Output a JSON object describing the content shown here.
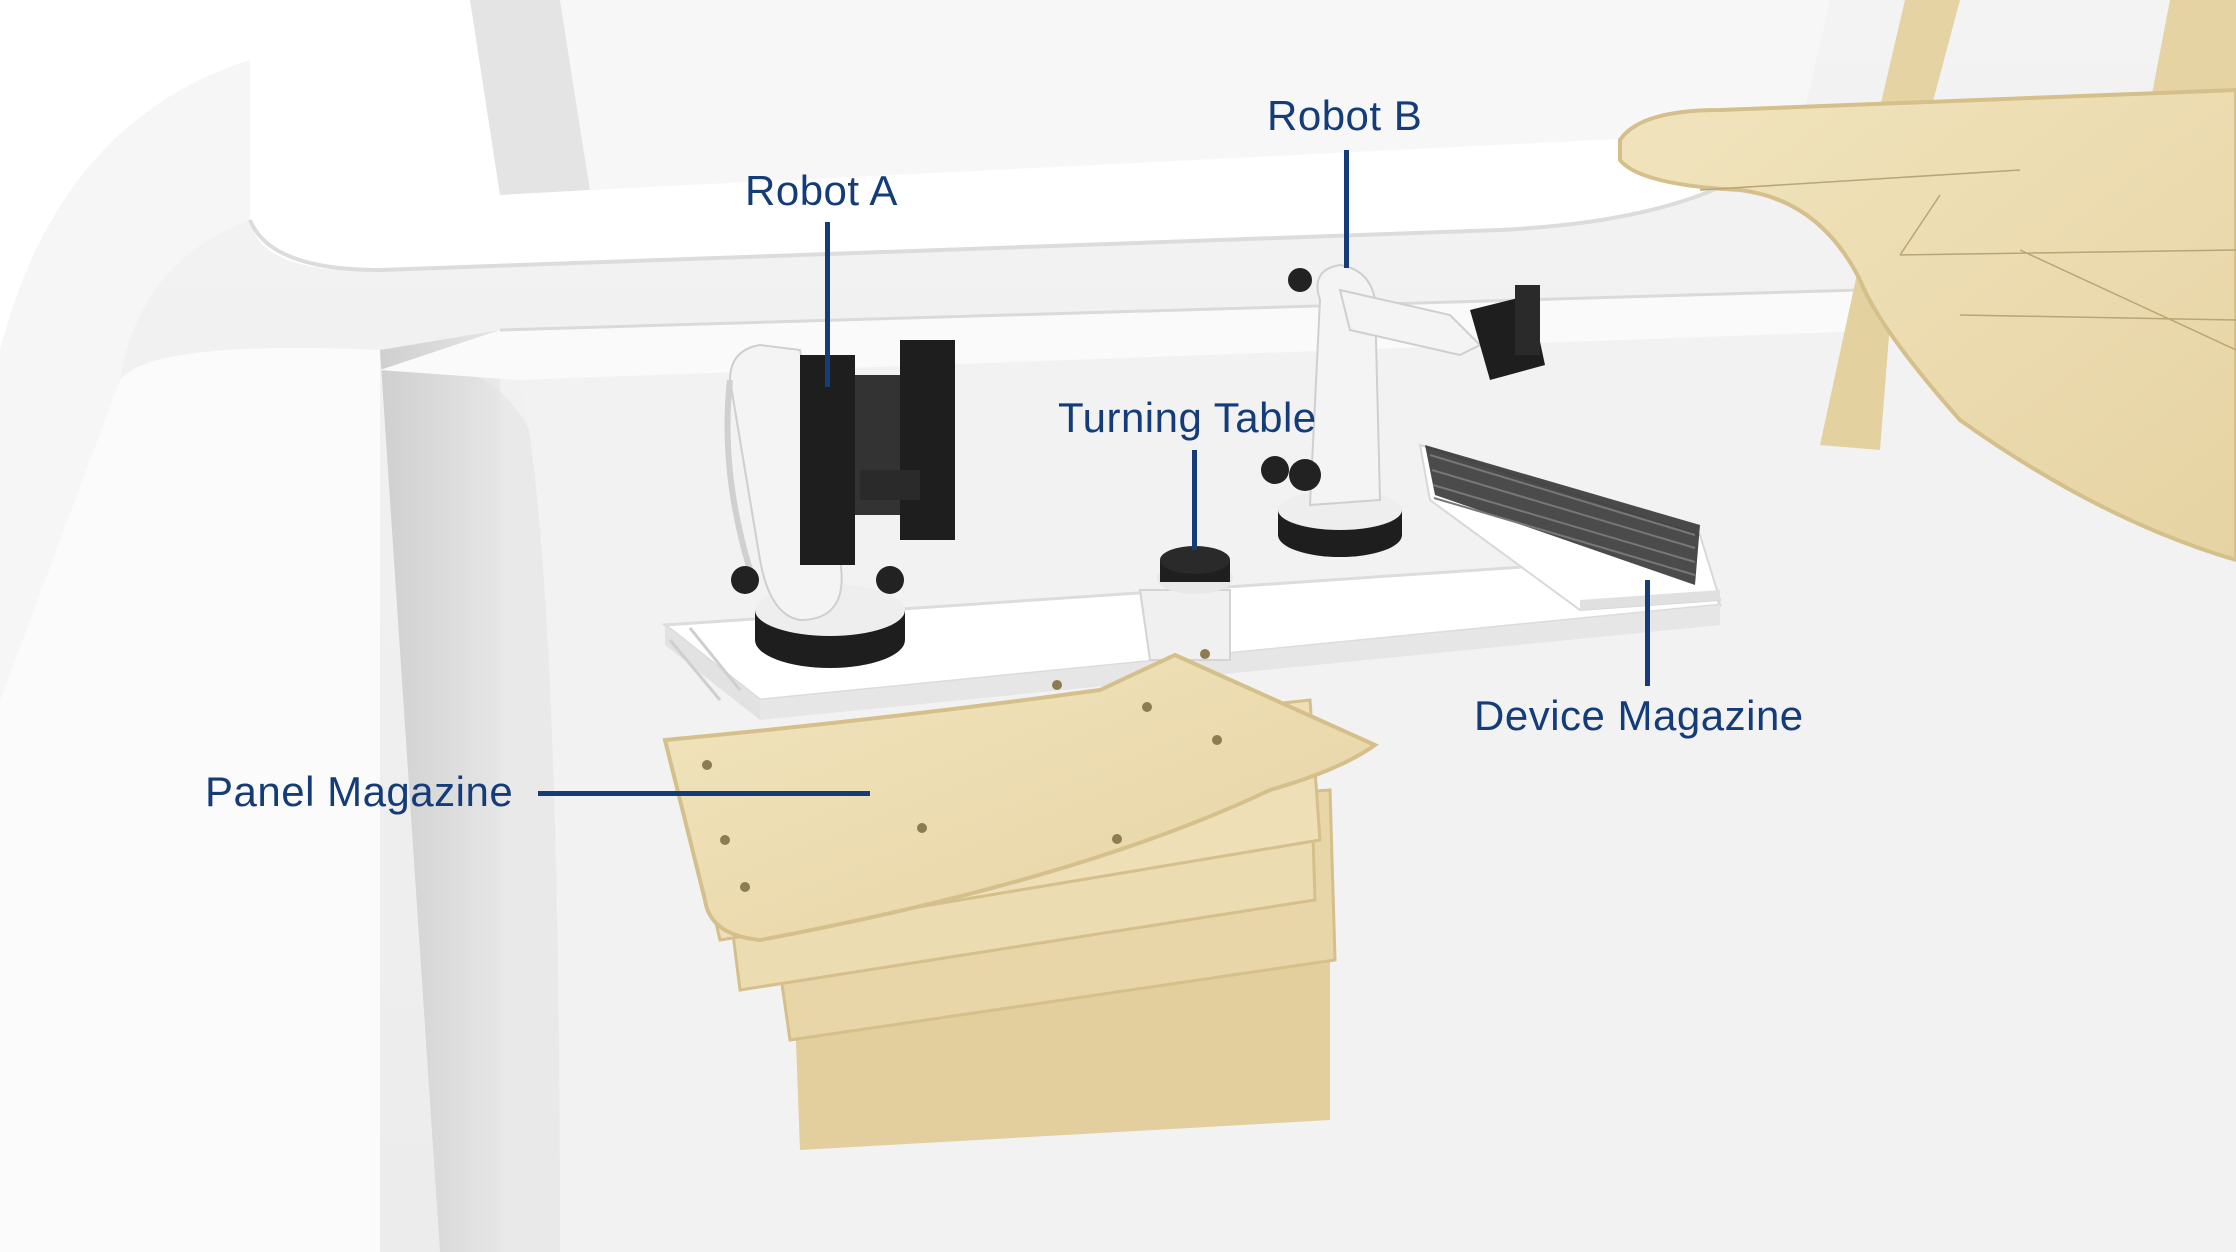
{
  "figure": {
    "description": "3D rendered robotic assembly cell with callout labels",
    "callout_color": "#143c78",
    "labels": [
      {
        "id": "robot-a",
        "text": "Robot A"
      },
      {
        "id": "robot-b",
        "text": "Robot B"
      },
      {
        "id": "turning-table",
        "text": "Turning Table"
      },
      {
        "id": "device-magazine",
        "text": "Device Magazine"
      },
      {
        "id": "panel-magazine",
        "text": "Panel Magazine"
      }
    ]
  },
  "colors": {
    "background": "#efefef",
    "walls": "#ffffff",
    "wall_shadow": "#d6d6d6",
    "wood": "#ecdcb2",
    "wood_edge": "#d9c594",
    "robot_body": "#f2f2f2",
    "robot_dark": "#1e1e1e"
  }
}
